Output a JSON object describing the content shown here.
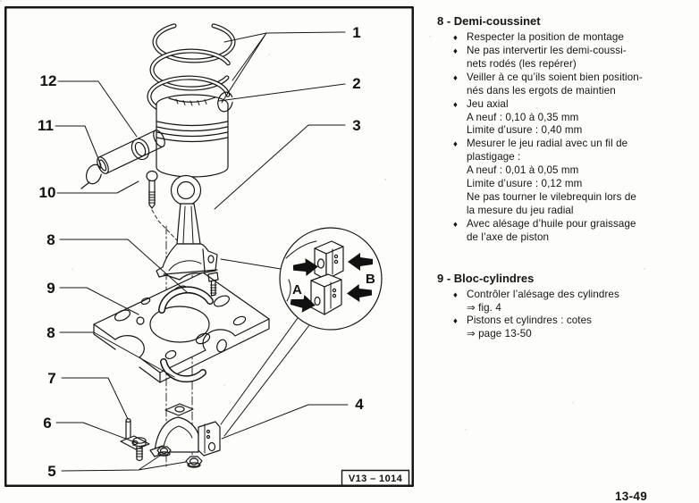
{
  "bullet_glyph": "♦",
  "page": {
    "number": "13-49"
  },
  "diagram": {
    "figure_code": "V13 – 1014",
    "callouts": {
      "n1": "1",
      "n2": "2",
      "n3": "3",
      "n4": "4",
      "n5": "5",
      "n6": "6",
      "n7": "7",
      "n8a": "8",
      "n8b": "8",
      "n9": "9",
      "n10": "10",
      "n11": "11",
      "n12": "12"
    },
    "inset": {
      "a": "A",
      "b": "B"
    }
  },
  "sections": [
    {
      "heading": "8 - Demi-coussinet",
      "items": [
        [
          "Respecter la position de montage"
        ],
        [
          "Ne pas intervertir les demi-coussi-",
          "nets rodés (les repérer)"
        ],
        [
          "Veiller à ce qu’ils soient bien position-",
          "nés dans les ergots de maintien"
        ],
        [
          "Jeu axial",
          "A neuf : 0,10 à 0,35 mm",
          "Limite d’usure : 0,40 mm"
        ],
        [
          "Mesurer le jeu radial avec un fil de",
          "plastigage :",
          "A neuf : 0,01 à 0,05 mm",
          "Limite d’usure : 0,12 mm",
          "Ne pas tourner le vilebrequin lors de",
          "la mesure du jeu radial"
        ],
        [
          "Avec alésage d’huile pour graissage",
          "de l’axe de piston"
        ]
      ]
    },
    {
      "heading": "9 - Bloc-cylindres",
      "items": [
        [
          "Contrôler l’alésage des cylindres",
          "⇒ fig.  4"
        ],
        [
          "Pistons et cylindres : cotes",
          "⇒ page 13-50"
        ]
      ]
    }
  ]
}
